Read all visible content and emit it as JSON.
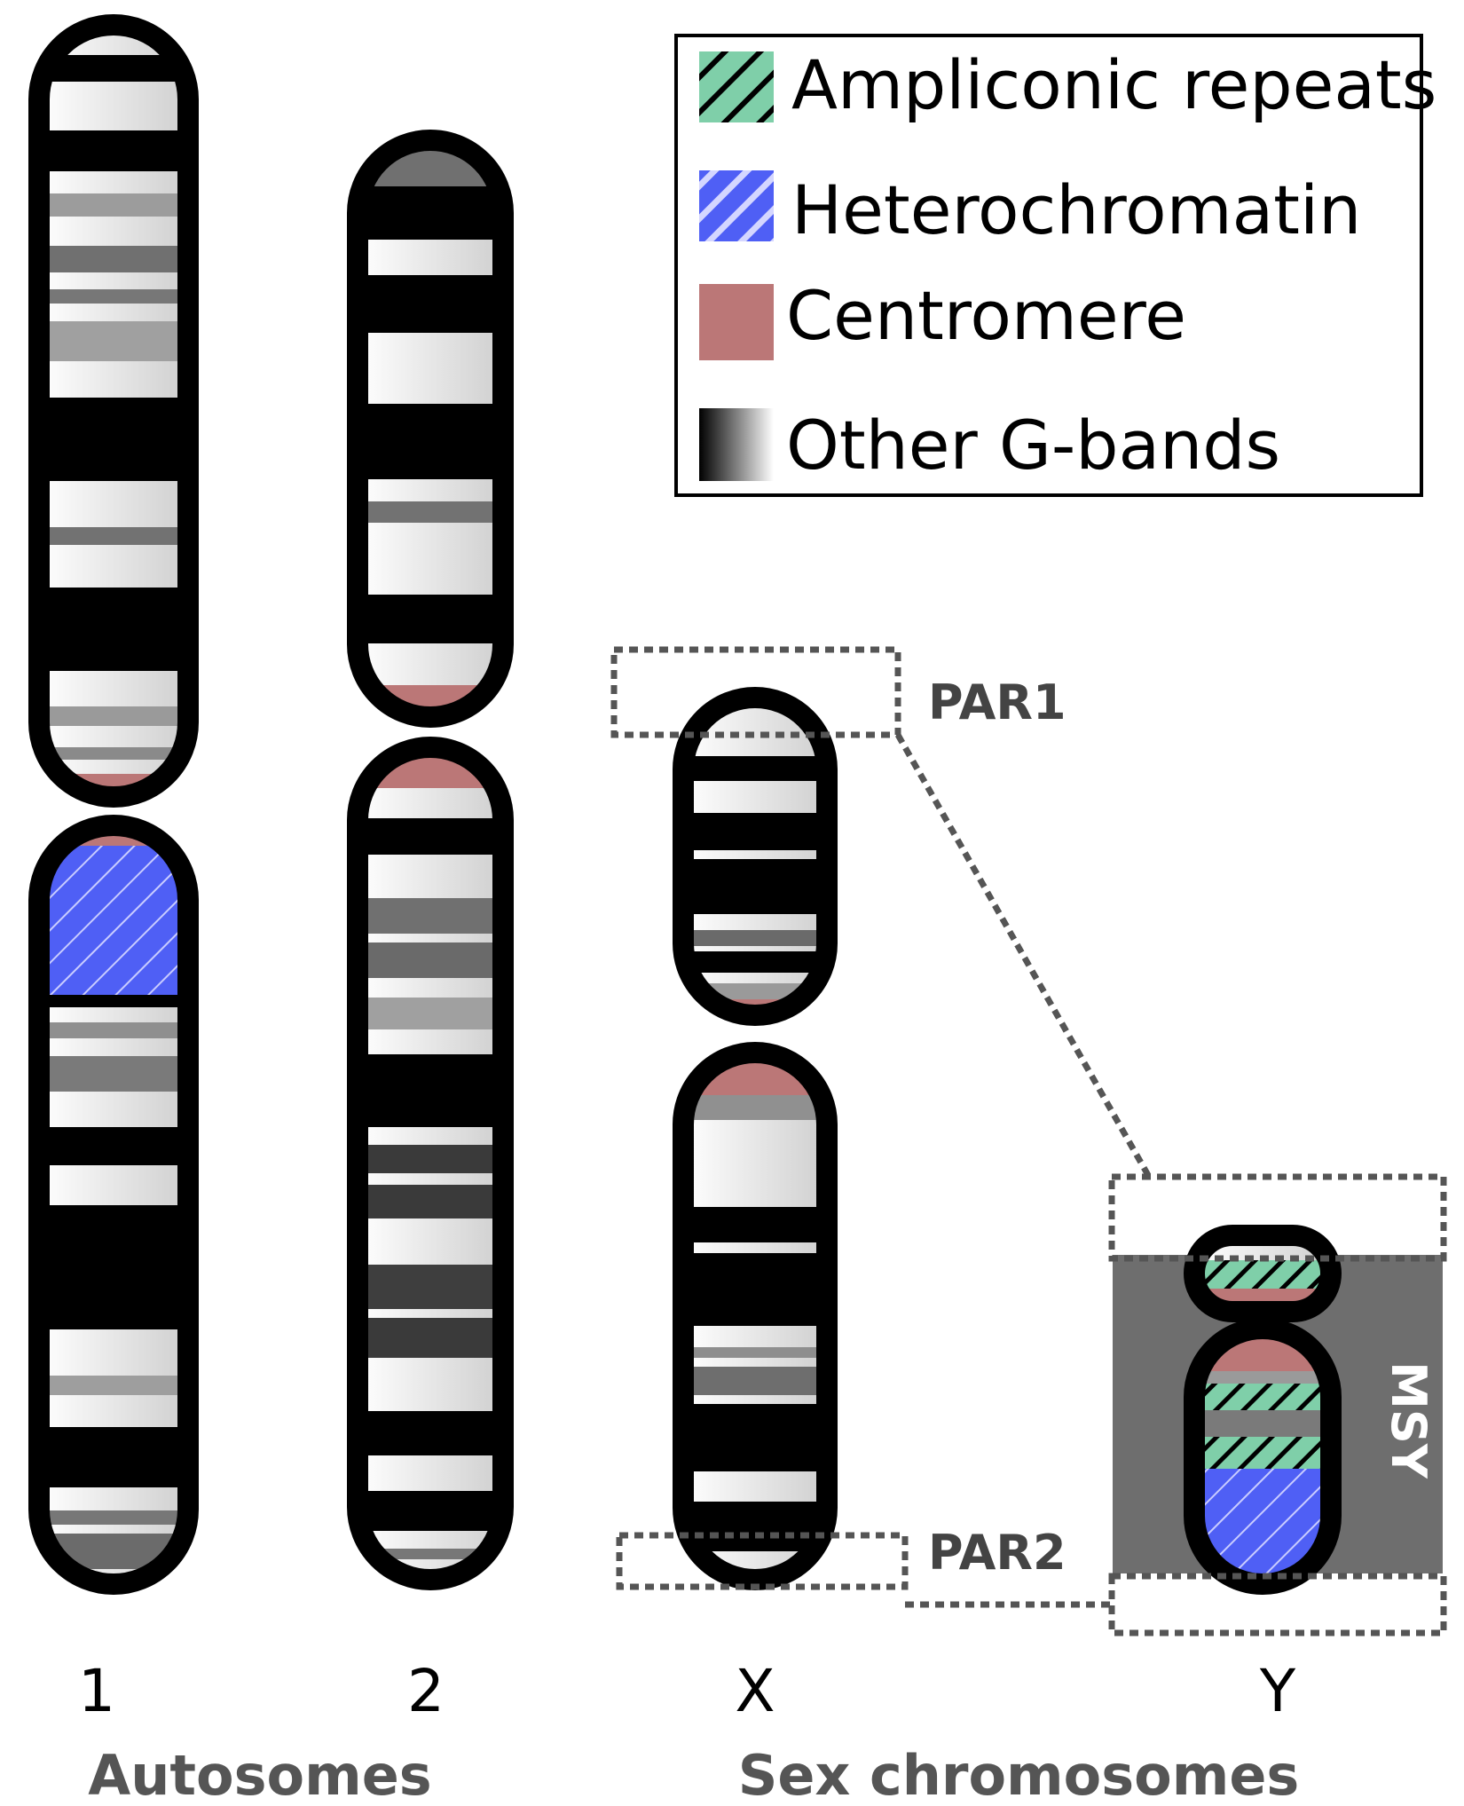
{
  "legend": {
    "items": [
      {
        "label": "Ampliconic repeats",
        "swatch": "ampliconic-hatch"
      },
      {
        "label": "Heterochromatin",
        "swatch": "heterochromatin-hatch"
      },
      {
        "label": "Centromere",
        "swatch": "centromere-solid"
      },
      {
        "label": "Other G-bands",
        "swatch": "gband-gradient"
      }
    ]
  },
  "chromosomes": [
    {
      "id": "1",
      "label": "1"
    },
    {
      "id": "2",
      "label": "2"
    },
    {
      "id": "X",
      "label": "X"
    },
    {
      "id": "Y",
      "label": "Y"
    }
  ],
  "regions": {
    "par1": "PAR1",
    "par2": "PAR2",
    "msy": "MSY"
  },
  "groups": {
    "autosomes": "Autosomes",
    "sex": "Sex chromosomes"
  },
  "colors": {
    "ampliconic": "#7fcfa9",
    "heterochromatin": "#4f5ff5",
    "centromere": "#bb7777",
    "outline": "#000000",
    "msy_box": "#6e6e6e",
    "dotted": "#555555",
    "group_label": "#555555"
  }
}
